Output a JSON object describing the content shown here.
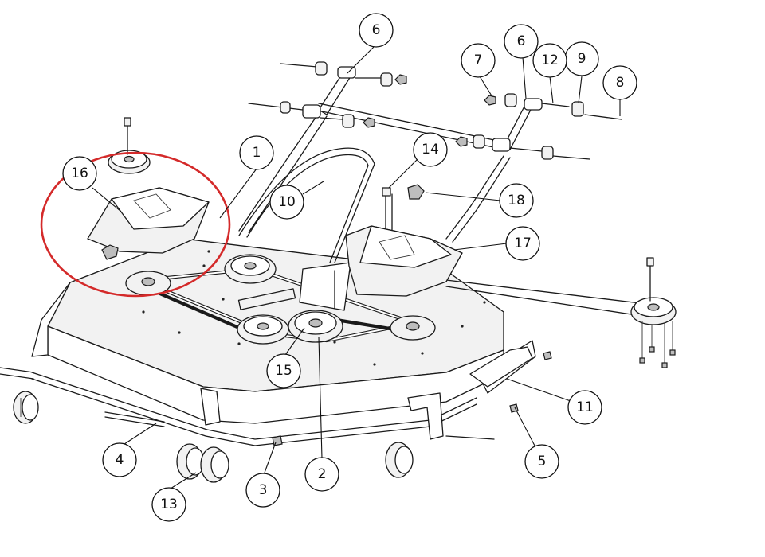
{
  "callouts": [
    {
      "id": "c1",
      "label": "1"
    },
    {
      "id": "c2",
      "label": "2"
    },
    {
      "id": "c3",
      "label": "3"
    },
    {
      "id": "c4",
      "label": "4"
    },
    {
      "id": "c5",
      "label": "5"
    },
    {
      "id": "c6a",
      "label": "6"
    },
    {
      "id": "c6b",
      "label": "6"
    },
    {
      "id": "c7",
      "label": "7"
    },
    {
      "id": "c8",
      "label": "8"
    },
    {
      "id": "c9",
      "label": "9"
    },
    {
      "id": "c10",
      "label": "10"
    },
    {
      "id": "c11",
      "label": "11"
    },
    {
      "id": "c12",
      "label": "12"
    },
    {
      "id": "c13",
      "label": "13"
    },
    {
      "id": "c14",
      "label": "14"
    },
    {
      "id": "c15",
      "label": "15"
    },
    {
      "id": "c16",
      "label": "16"
    },
    {
      "id": "c17",
      "label": "17"
    },
    {
      "id": "c18",
      "label": "18"
    }
  ],
  "colors": {
    "highlight": "#d42a2a",
    "line": "#1a1a1a",
    "background": "#ffffff"
  }
}
